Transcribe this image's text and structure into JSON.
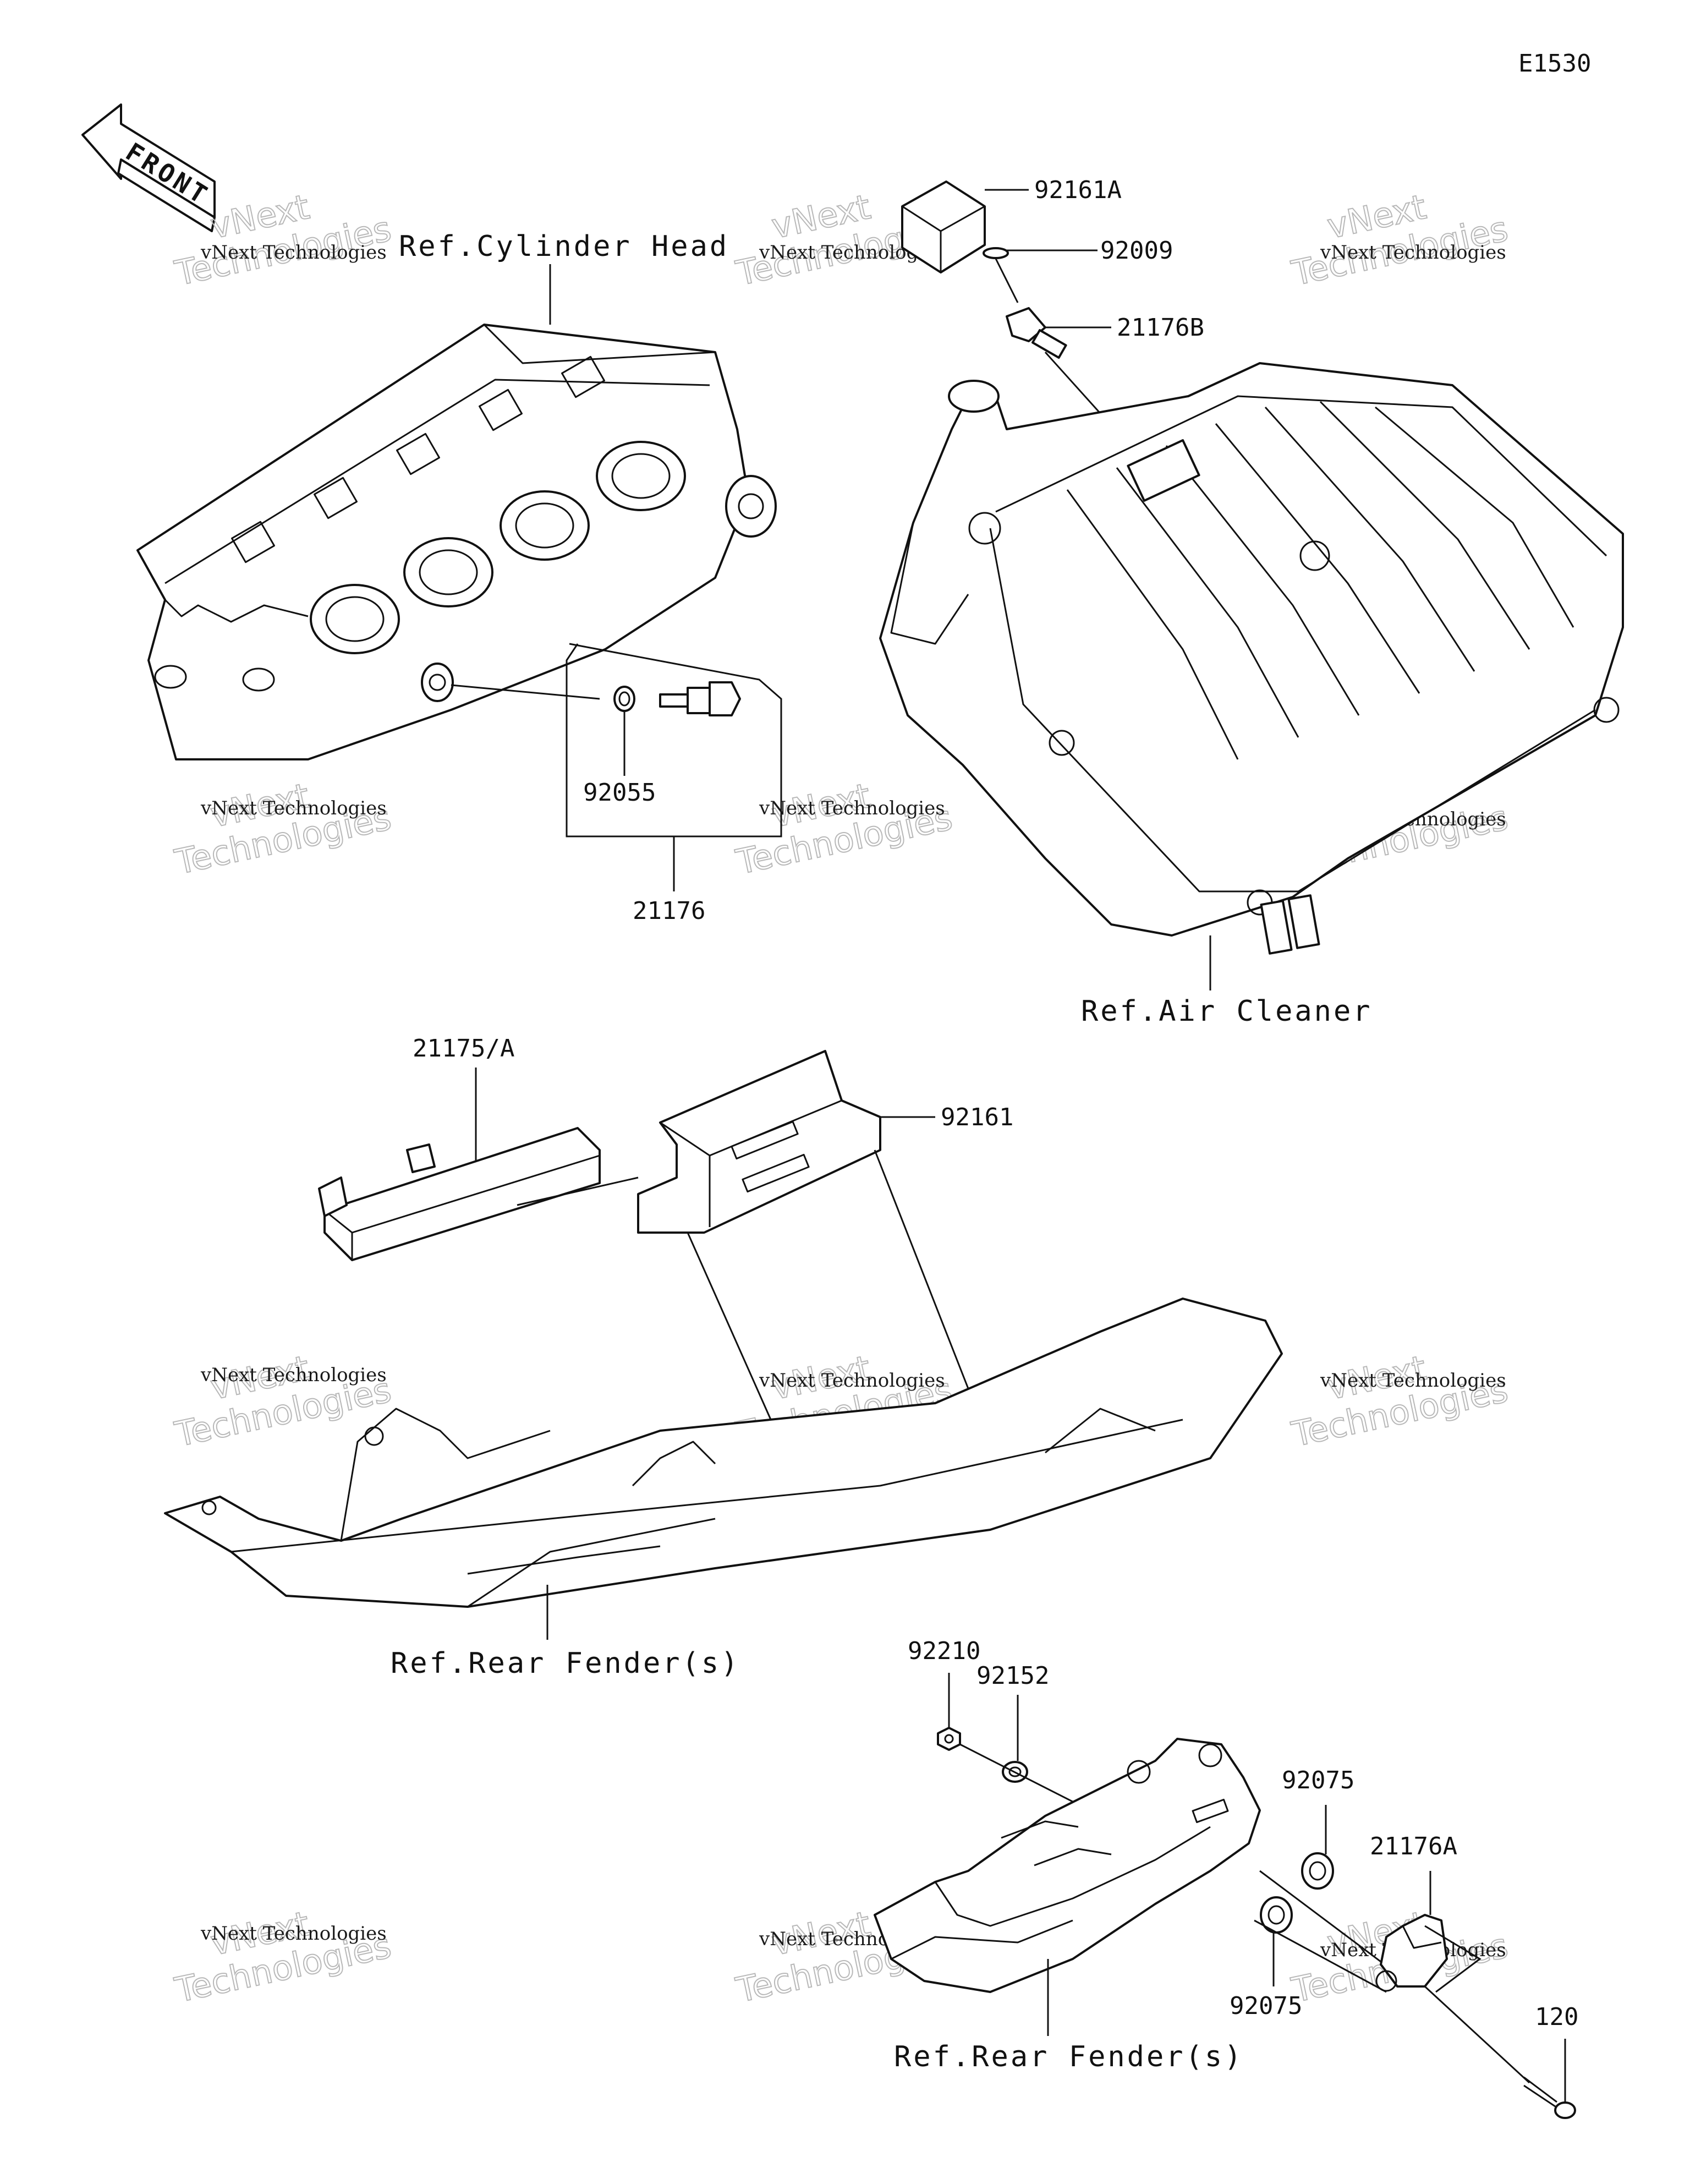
{
  "diagram_code": "E1530",
  "front_label": "FRONT",
  "watermark": {
    "line1": "vNext Technologies",
    "line2": "vNext",
    "line3": "Technologies"
  },
  "refs": {
    "cylinder_head": "Ref.Cylinder Head",
    "air_cleaner": "Ref.Air Cleaner",
    "rear_fender_upper": "Ref.Rear Fender(s)",
    "rear_fender_lower": "Ref.Rear Fender(s)"
  },
  "parts": {
    "p92161A": "92161A",
    "p92009": "92009",
    "p21176B": "21176B",
    "p92055": "92055",
    "p21176": "21176",
    "p21175A": "21175/A",
    "p92161": "92161",
    "p92210": "92210",
    "p92152": "92152",
    "p92075a": "92075",
    "p21176A": "21176A",
    "p92075b": "92075",
    "p120": "120"
  }
}
